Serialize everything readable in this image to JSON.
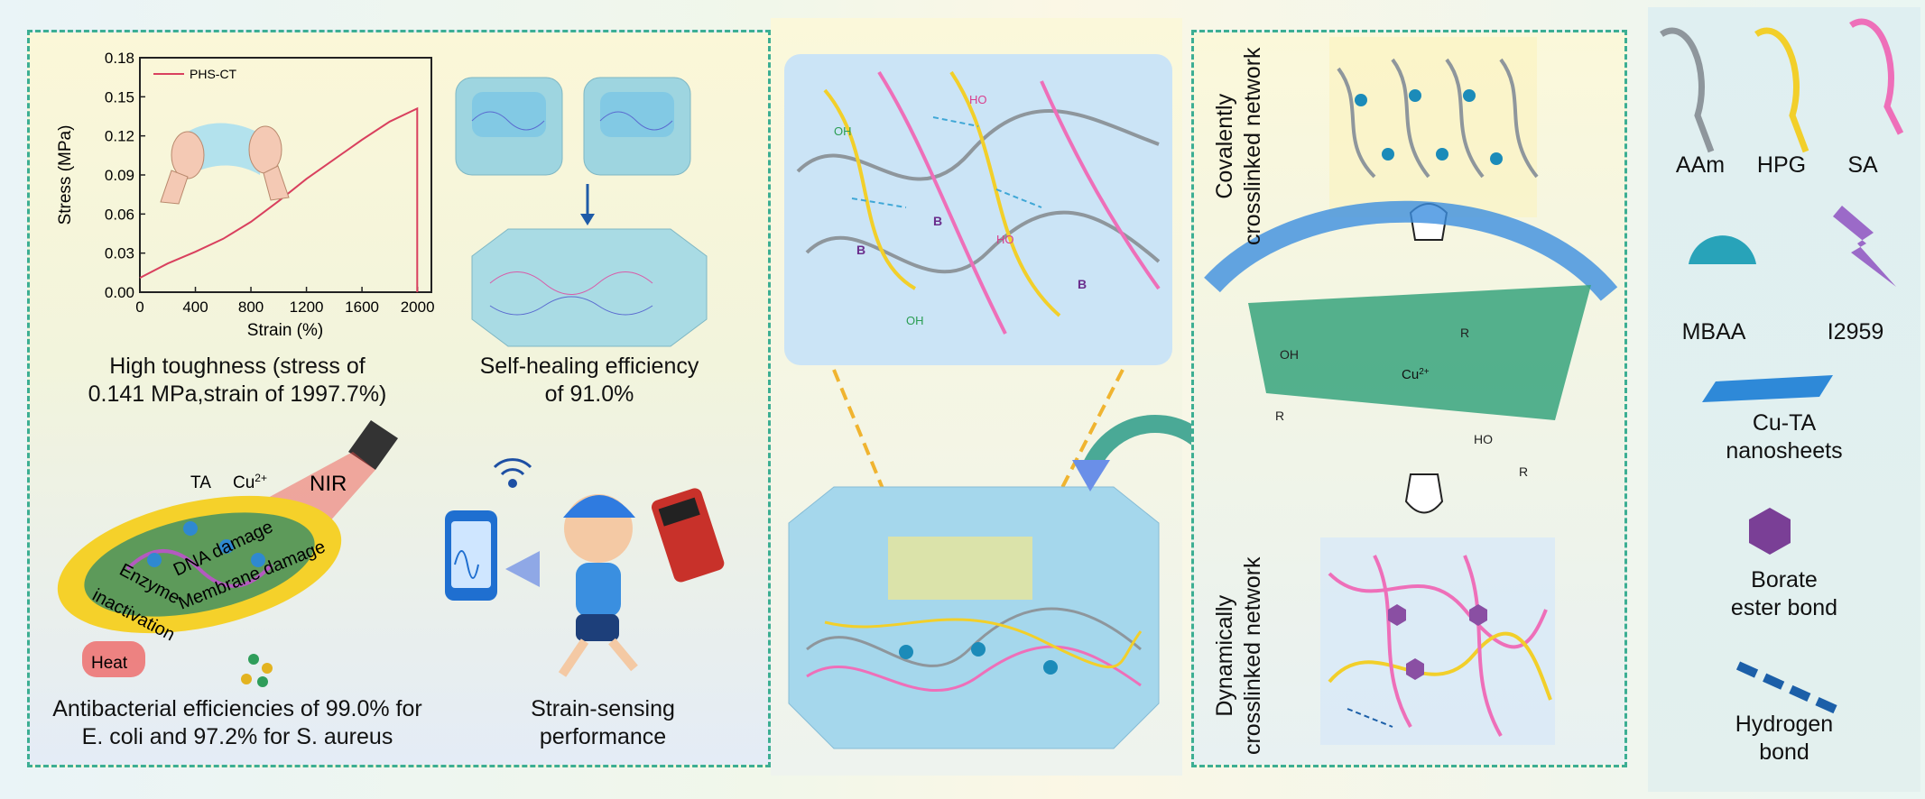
{
  "chart_data": {
    "type": "line",
    "series": [
      {
        "name": "PHS-CT",
        "x": [
          0,
          200,
          400,
          600,
          800,
          1000,
          1200,
          1400,
          1600,
          1800,
          1997.7,
          1997.7
        ],
        "y": [
          0.011,
          0.022,
          0.031,
          0.041,
          0.054,
          0.07,
          0.087,
          0.102,
          0.117,
          0.131,
          0.141,
          0.0
        ]
      }
    ],
    "xlabel": "Strain (%)",
    "ylabel": "Stress (MPa)",
    "xlim": [
      0,
      2100
    ],
    "ylim": [
      0,
      0.18
    ],
    "xticks": [
      0,
      400,
      800,
      1200,
      1600,
      2000
    ],
    "yticks": [
      0.0,
      0.03,
      0.06,
      0.09,
      0.12,
      0.15,
      0.18
    ],
    "ytick_labels": [
      "0.00",
      "0.03",
      "0.06",
      "0.09",
      "0.12",
      "0.15",
      "0.18"
    ],
    "legend_position": "top-left",
    "line_color": "#d9405e"
  },
  "captions": {
    "toughness_line1": "High toughness (stress of",
    "toughness_line2": "0.141 MPa,strain of 1997.7%)",
    "self_heal_line1": "Self-healing efficiency",
    "self_heal_line2": "of 91.0%",
    "antibacterial_line1": "Antibacterial efficiencies of 99.0% for",
    "antibacterial_line2": "E. coli and 97.2% for S. aureus",
    "sensing_line1": "Strain-sensing",
    "sensing_line2": "performance"
  },
  "bacteria_labels": {
    "ta": "TA",
    "cu": "Cu",
    "cu_sup": "2+",
    "nir": "NIR",
    "enzyme": "Enzyme",
    "inactivation": "inactivation",
    "dna": "DNA damage",
    "membrane": "Membrane damage",
    "heat": "Heat"
  },
  "network_labels": {
    "covalent_line1": "Covalently",
    "covalent_line2": "crosslinked network",
    "dynamic_line1": "Dynamically",
    "dynamic_line2": "crosslinked network"
  },
  "chem_labels": {
    "oh": "OH",
    "ho": "HO",
    "b": "B",
    "r": "R",
    "cu": "Cu",
    "cu_sup": "2+"
  },
  "legend": {
    "aam": "AAm",
    "hpg": "HPG",
    "sa": "SA",
    "mbaa": "MBAA",
    "i2959": "I2959",
    "cuta_line1": "Cu-TA",
    "cuta_line2": "nanosheets",
    "borate_line1": "Borate",
    "borate_line2": "ester bond",
    "hbond_line1": "Hydrogen",
    "hbond_line2": "bond"
  },
  "colors": {
    "aam": "#8e969c",
    "hpg": "#f2cf2a",
    "sa": "#ee6fb9",
    "panel_border": "#3cae93",
    "hbond": "#1c5fa8",
    "borate": "#7a3f96"
  }
}
